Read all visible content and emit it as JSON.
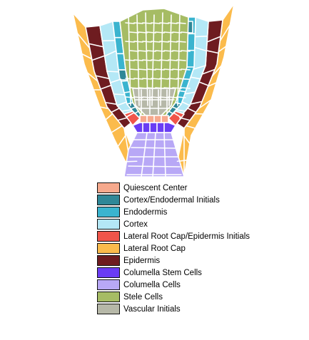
{
  "colors": {
    "quiescent_center": "#f6a98d",
    "cortex_endodermal_initials": "#2f8797",
    "endodermis": "#3ab4cf",
    "cortex": "#b4e8f6",
    "lateral_root_cap_epidermis_initials": "#f0554a",
    "lateral_root_cap": "#fbbb4c",
    "epidermis": "#6e1c20",
    "columella_stem_cells": "#6a3cf4",
    "columella_cells": "#b8a8f6",
    "stele_cells": "#a6bc64",
    "vascular_initials": "#b6b8a8"
  },
  "legend": {
    "items": [
      {
        "key": "quiescent_center",
        "label": "Quiescent Center"
      },
      {
        "key": "cortex_endodermal_initials",
        "label": "Cortex/Endodermal Initials"
      },
      {
        "key": "endodermis",
        "label": "Endodermis"
      },
      {
        "key": "cortex",
        "label": "Cortex"
      },
      {
        "key": "lateral_root_cap_epidermis_initials",
        "label": "Lateral Root Cap/Epidermis Initials"
      },
      {
        "key": "lateral_root_cap",
        "label": "Lateral Root Cap"
      },
      {
        "key": "epidermis",
        "label": "Epidermis"
      },
      {
        "key": "columella_stem_cells",
        "label": "Columella Stem Cells"
      },
      {
        "key": "columella_cells",
        "label": "Columella Cells"
      },
      {
        "key": "stele_cells",
        "label": "Stele Cells"
      },
      {
        "key": "vascular_initials",
        "label": "Vascular Initials"
      }
    ]
  }
}
